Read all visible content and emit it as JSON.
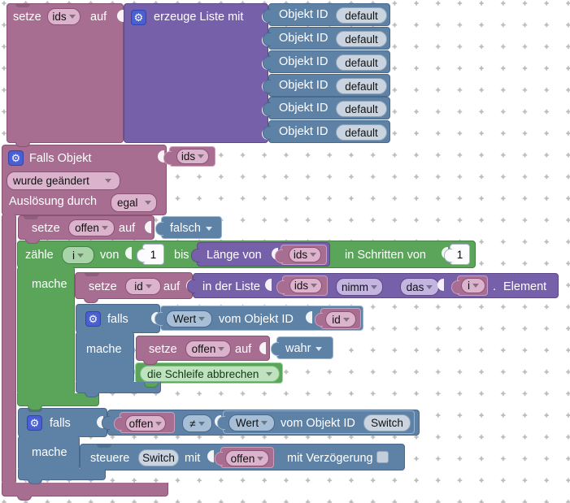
{
  "blocks": {
    "set_ids": {
      "kw1": "setze",
      "var": "ids",
      "kw2": "auf"
    },
    "create_list": {
      "label": "erzeuge Liste mit"
    },
    "object_id_items": [
      {
        "label": "Objekt ID",
        "value": "default"
      },
      {
        "label": "Objekt ID",
        "value": "default"
      },
      {
        "label": "Objekt ID",
        "value": "default"
      },
      {
        "label": "Objekt ID",
        "value": "default"
      },
      {
        "label": "Objekt ID",
        "value": "default"
      },
      {
        "label": "Objekt ID",
        "value": "default"
      }
    ],
    "trigger": {
      "title": "Falls Objekt",
      "var": "ids",
      "changed": "wurde geändert",
      "trigger_label": "Auslösung durch",
      "trigger_value": "egal"
    },
    "set_offen_false": {
      "kw1": "setze",
      "var": "offen",
      "kw2": "auf",
      "value": "falsch"
    },
    "loop": {
      "kw_count": "zähle",
      "var": "i",
      "kw_from": "von",
      "from": "1",
      "kw_to": "bis",
      "kw_step": "in Schritten von",
      "step": "1",
      "kw_do": "mache"
    },
    "length_of": {
      "label": "Länge von",
      "var": "ids"
    },
    "set_id": {
      "kw1": "setze",
      "var": "id",
      "kw2": "auf"
    },
    "list_get": {
      "kw1": "in der Liste",
      "var": "ids",
      "op": "nimm",
      "which": "das",
      "index_var": "i",
      "dot": ".",
      "kw2": "Element"
    },
    "if1": {
      "kw_if": "falls",
      "kw_do": "mache"
    },
    "get_value1": {
      "field": "Wert",
      "kw": "vom Objekt ID",
      "var": "id"
    },
    "set_offen_true": {
      "kw1": "setze",
      "var": "offen",
      "kw2": "auf",
      "value": "wahr"
    },
    "break_loop": {
      "label": "die Schleife abbrechen"
    },
    "if2": {
      "kw_if": "falls",
      "kw_do": "mache"
    },
    "compare": {
      "left_var": "offen",
      "op": "≠"
    },
    "get_value2": {
      "field": "Wert",
      "kw": "vom Objekt ID",
      "id": "Switch"
    },
    "control": {
      "kw1": "steuere",
      "id": "Switch",
      "kw2": "mit",
      "var": "offen",
      "kw3": "mit Verzögerung"
    }
  }
}
